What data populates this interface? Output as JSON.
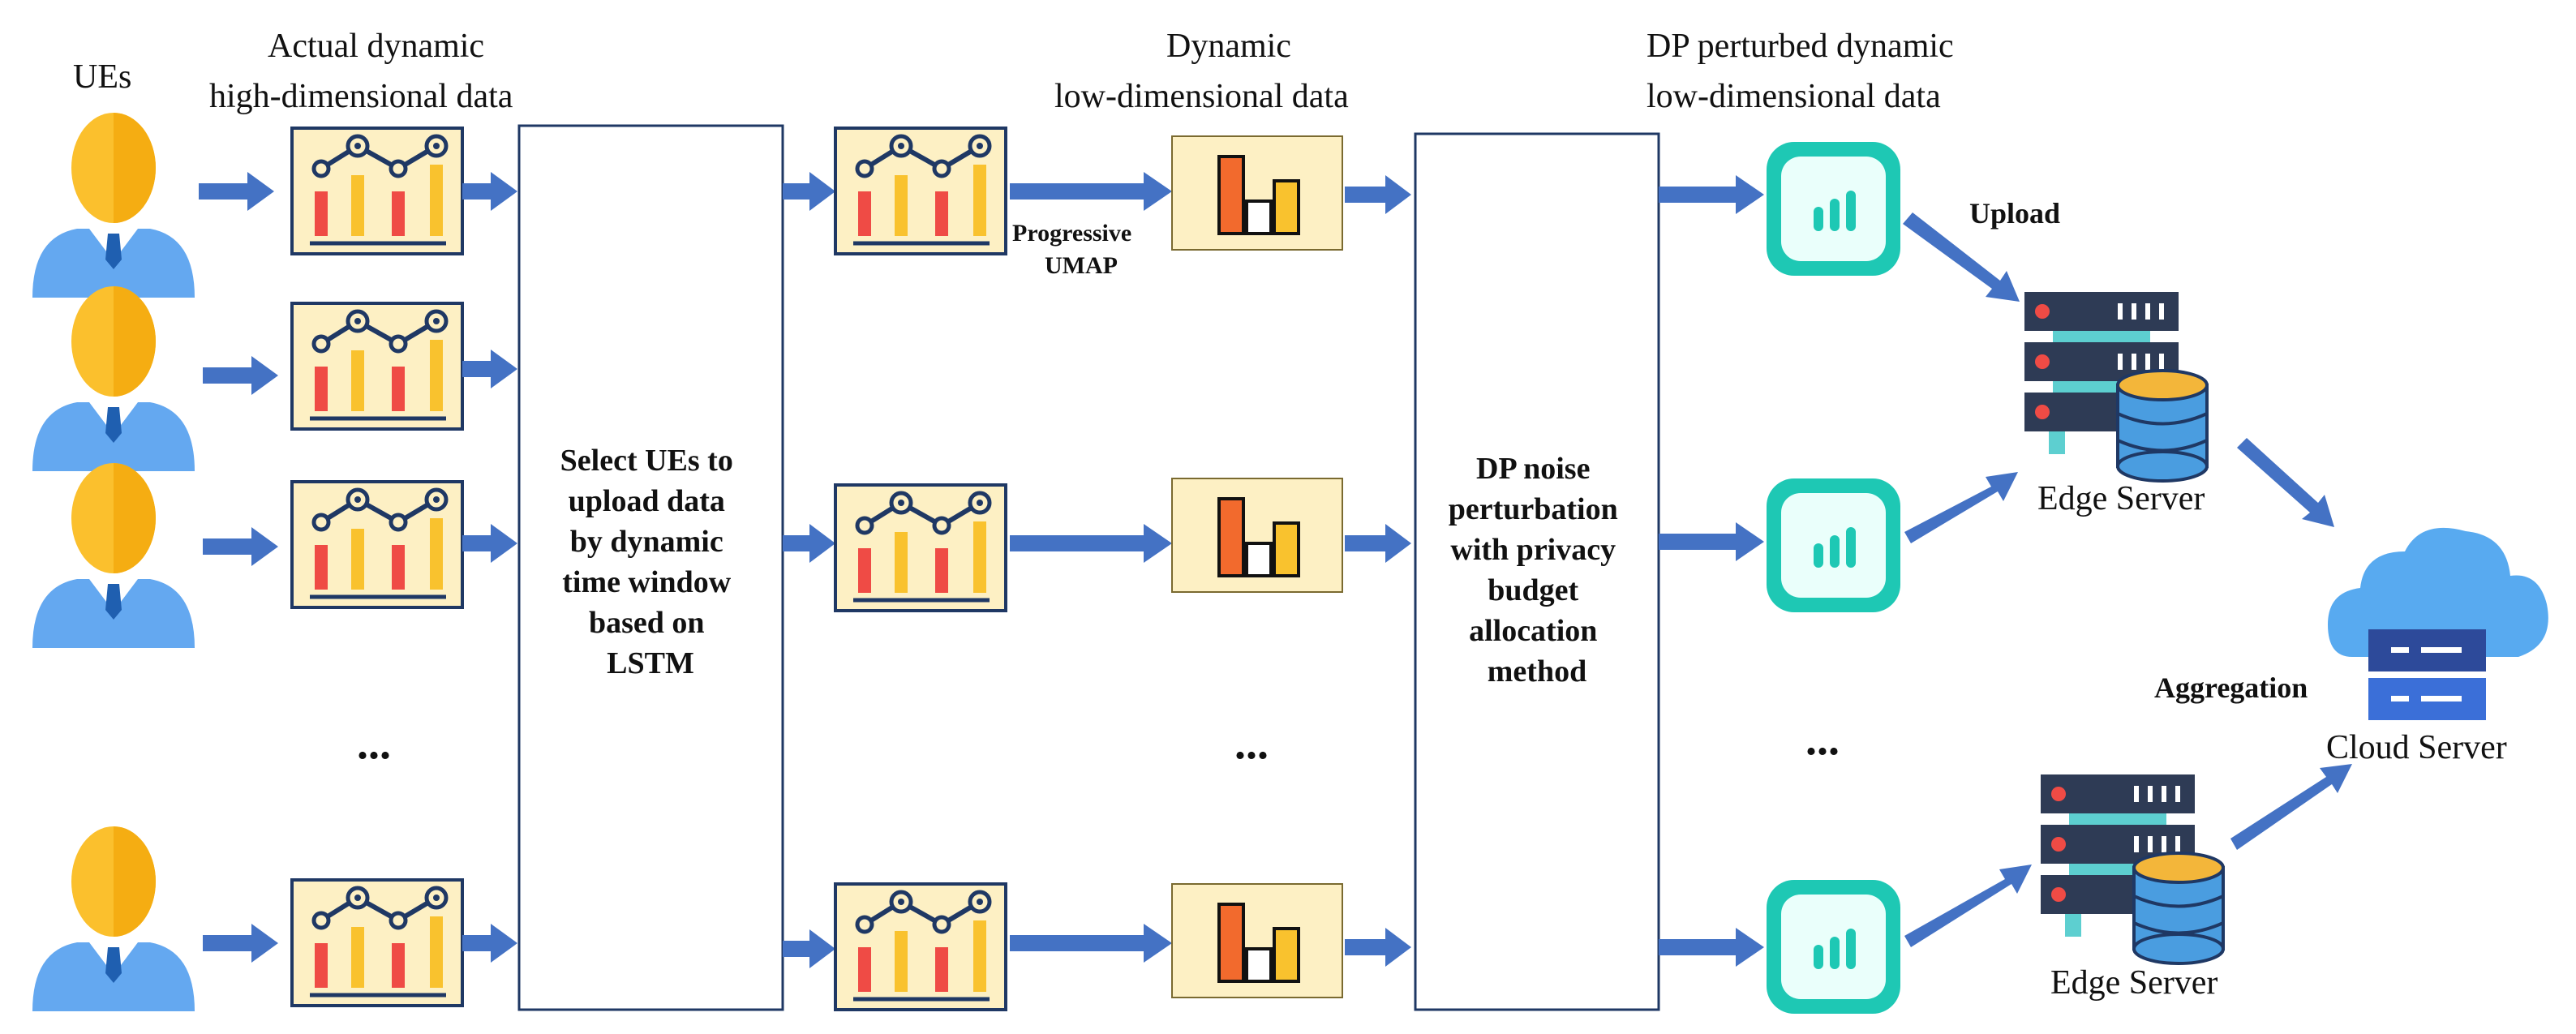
{
  "labels": {
    "ues": "UEs",
    "actual_data_line1": "Actual dynamic",
    "actual_data_line2": "high-dimensional data",
    "dynamic_low_line1": "Dynamic",
    "dynamic_low_line2": "low-dimensional data",
    "dp_perturbed_line1": "DP perturbed dynamic",
    "dp_perturbed_line2": "low-dimensional data",
    "progressive_line1": "Progressive",
    "progressive_line2": "UMAP",
    "upload": "Upload",
    "aggregation": "Aggregation",
    "edge_server_top": "Edge Server",
    "edge_server_bottom": "Edge Server",
    "cloud_server": "Cloud Server",
    "ellipsis": "..."
  },
  "select_box": {
    "lines": [
      "Select UEs to",
      "upload data",
      "by dynamic",
      "time window",
      "based on",
      "LSTM"
    ]
  },
  "dp_box": {
    "lines": [
      "DP noise",
      "perturbation",
      "with privacy",
      "budget",
      "allocation",
      "method"
    ]
  },
  "colors": {
    "arrow": "#4472c4",
    "user_head": "#fbc02d",
    "user_body": "#64a8f0",
    "chart_bg": "#fdf0c4",
    "chart_border": "#1f3864",
    "bar_red": "#ef4b45",
    "bar_yellow": "#f9c22e",
    "bar_orange": "#f26a2d",
    "teal": "#1ec8b4",
    "server_dark": "#2e3b55",
    "server_teal": "#5dcfd0",
    "db_yellow": "#f3b63a",
    "db_blue": "#4a9de0",
    "cloud": "#58aaf0"
  }
}
